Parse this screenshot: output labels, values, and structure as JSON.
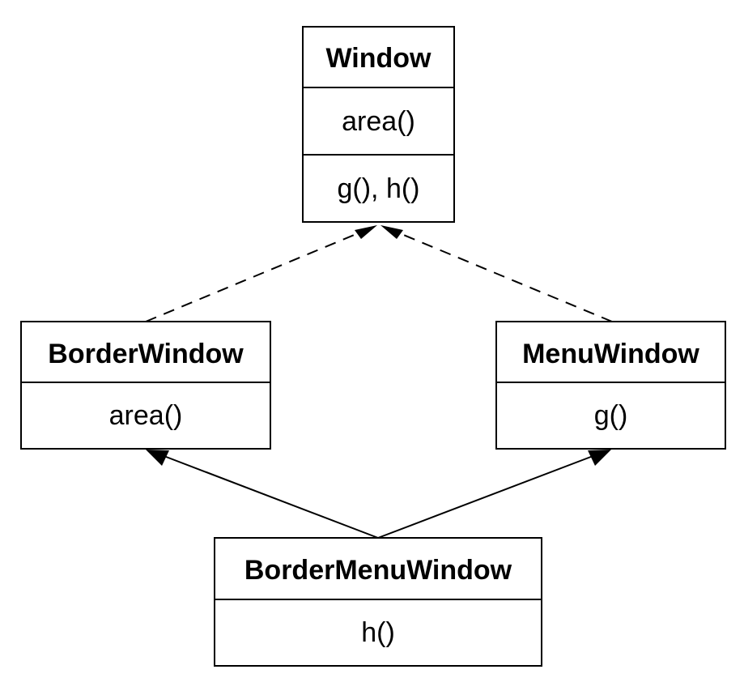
{
  "colors": {
    "stroke": "#000000",
    "fill": "#ffffff",
    "text": "#000000"
  },
  "classes": {
    "window": {
      "name": "Window",
      "members": [
        "area()",
        "g(), h()"
      ]
    },
    "border_window": {
      "name": "BorderWindow",
      "members": [
        "area()"
      ]
    },
    "menu_window": {
      "name": "MenuWindow",
      "members": [
        "g()"
      ]
    },
    "border_menu_window": {
      "name": "BorderMenuWindow",
      "members": [
        "h()"
      ]
    }
  },
  "relations": [
    {
      "from": "BorderWindow",
      "to": "Window",
      "style": "dashed"
    },
    {
      "from": "MenuWindow",
      "to": "Window",
      "style": "dashed"
    },
    {
      "from": "BorderMenuWindow",
      "to": "BorderWindow",
      "style": "solid"
    },
    {
      "from": "BorderMenuWindow",
      "to": "MenuWindow",
      "style": "solid"
    }
  ]
}
